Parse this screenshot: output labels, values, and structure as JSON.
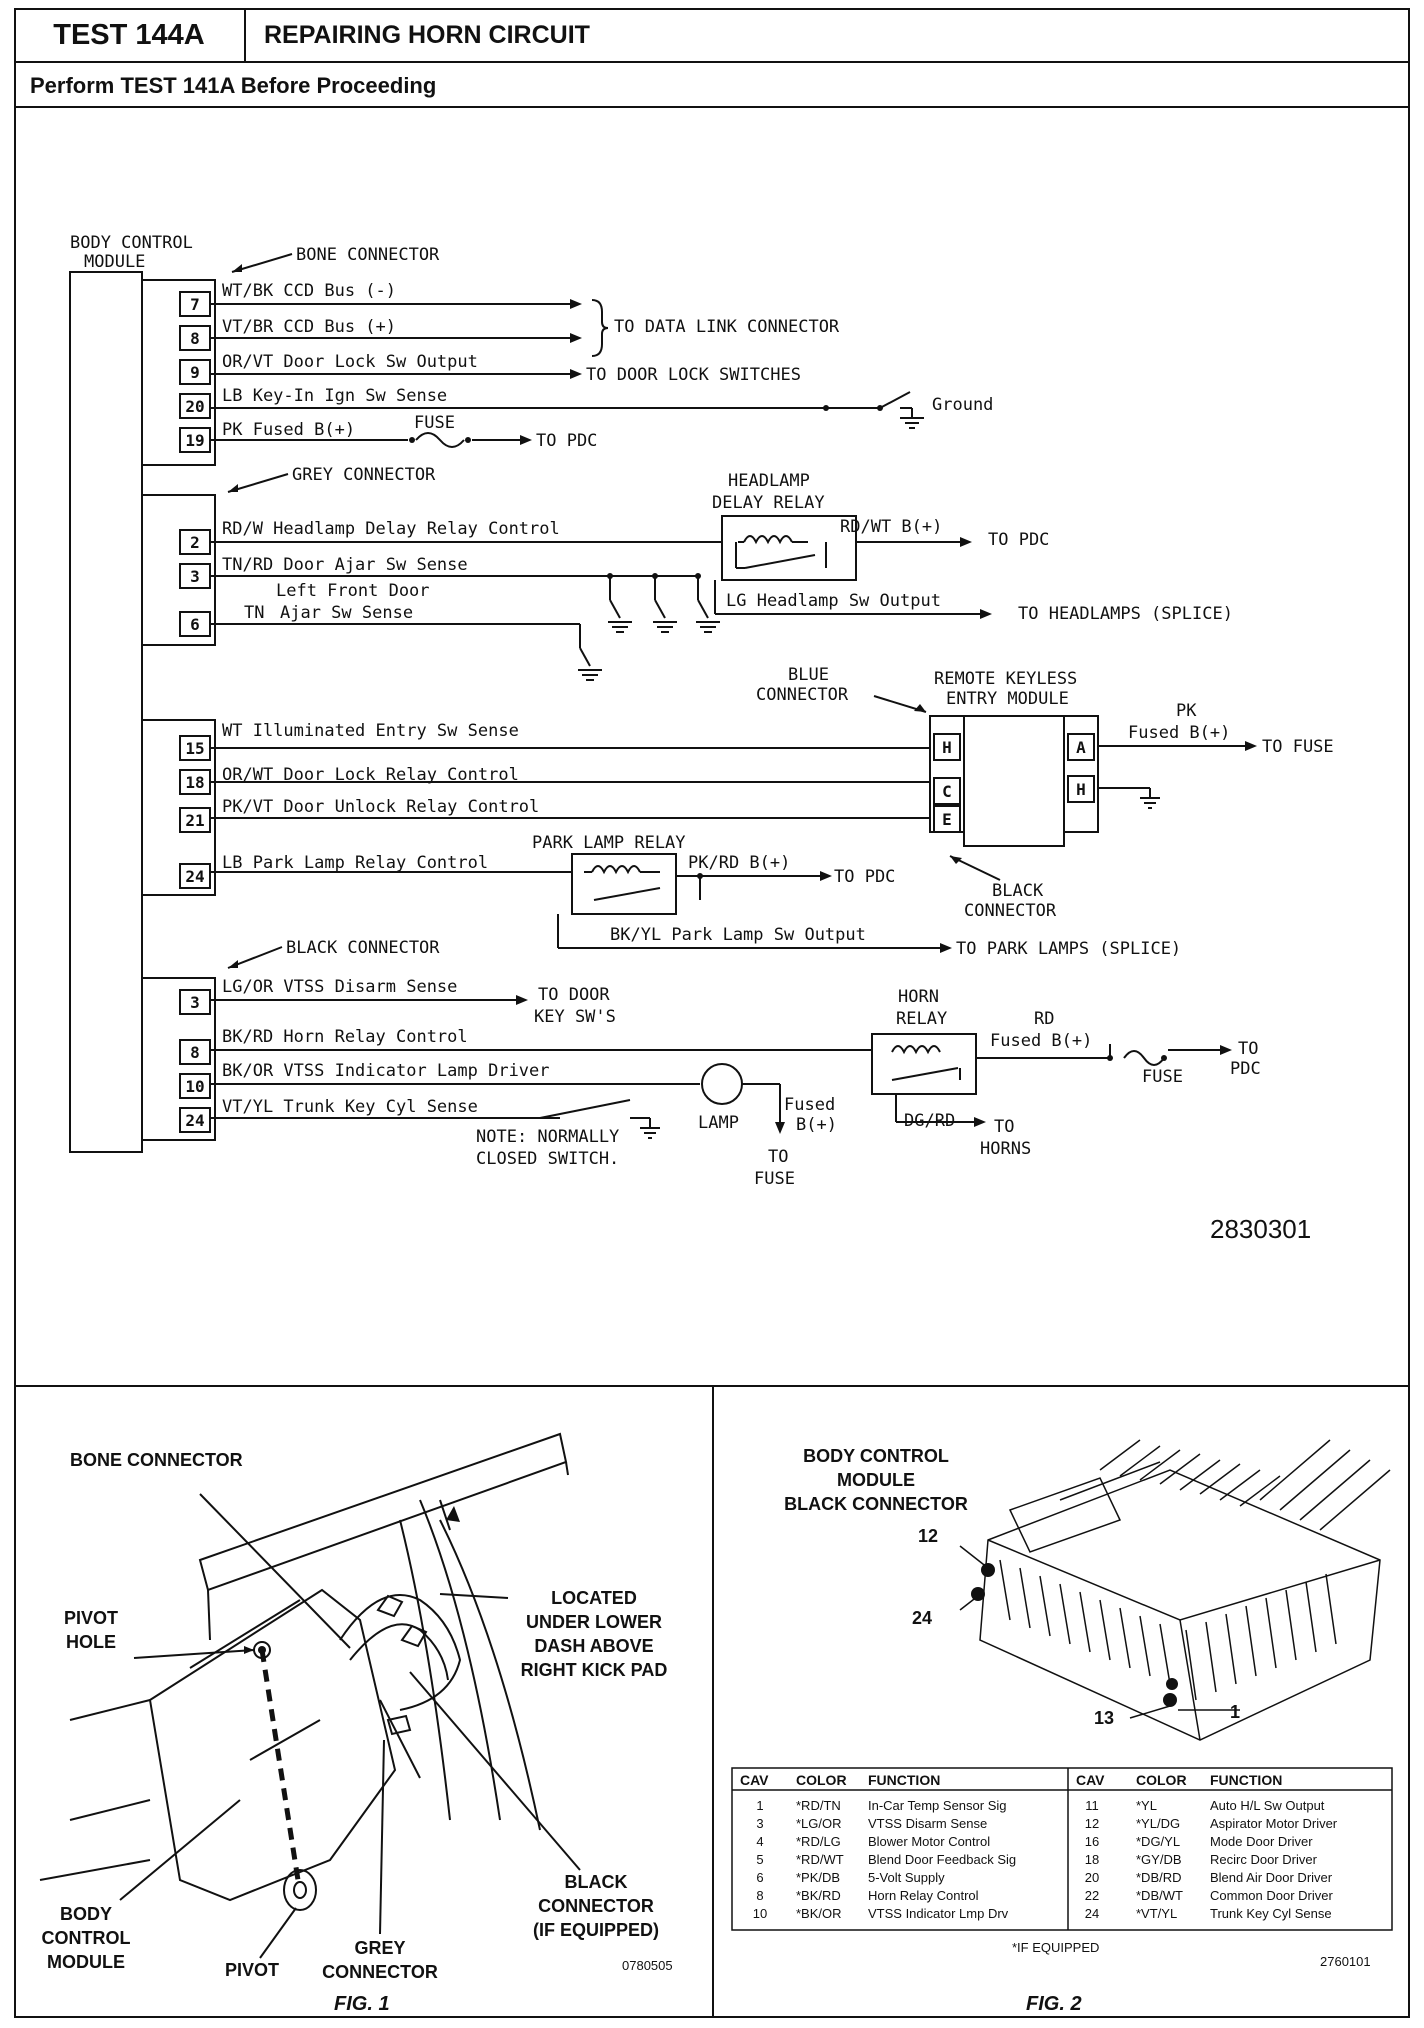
{
  "header": {
    "test_number": "TEST 144A",
    "title": "REPAIRING HORN CIRCUIT",
    "subtitle": "Perform TEST 141A Before Proceeding"
  },
  "schematic": {
    "module_label_1": "BODY CONTROL",
    "module_label_2": "MODULE",
    "bone_connector": "BONE CONNECTOR",
    "grey_connector": "GREY CONNECTOR",
    "black_connector": "BLACK CONNECTOR",
    "pins": {
      "p7": "7",
      "p8": "8",
      "p9": "9",
      "p20": "20",
      "p19": "19",
      "g2": "2",
      "g3": "3",
      "g6": "6",
      "b15": "15",
      "b18": "18",
      "b21": "21",
      "b24": "24",
      "k3": "3",
      "k8": "8",
      "k10": "10",
      "k24": "24"
    },
    "wires": {
      "w7": "WT/BK CCD Bus (-)",
      "w8": "VT/BR CCD Bus (+)",
      "w9": "OR/VT Door Lock Sw Output",
      "w20": "LB Key-In Ign Sw Sense",
      "w19": "PK Fused B(+)",
      "fuse_top": "FUSE",
      "to_pdc_1": "TO PDC",
      "to_data_link": "TO DATA LINK CONNECTOR",
      "to_door_lock": "TO DOOR LOCK SWITCHES",
      "ground_1": "Ground",
      "g2w": "RD/W Headlamp Delay Relay Control",
      "g3w": "TN/RD Door Ajar Sw Sense",
      "lf_door_1": "Left Front Door",
      "lf_door_2": "Ajar Sw Sense",
      "tn": "TN",
      "hl_relay_1": "HEADLAMP",
      "hl_relay_2": "DELAY RELAY",
      "rdwt": "RD/WT B(+)",
      "to_pdc_2": "TO PDC",
      "lg_hl": "LG Headlamp Sw Output",
      "to_headlamps": "TO HEADLAMPS (SPLICE)",
      "blue_conn_1": "BLUE",
      "blue_conn_2": "CONNECTOR",
      "rke_1": "REMOTE KEYLESS",
      "rke_2": "ENTRY MODULE",
      "pk": "PK",
      "pk_fused": "Fused B(+)",
      "to_fuse_1": "TO FUSE",
      "b15w": "WT Illuminated Entry Sw Sense",
      "b18w": "OR/WT Door Lock Relay Control",
      "b21w": "PK/VT Door Unlock Relay Control",
      "b24w": "LB Park Lamp Relay Control",
      "park_relay": "PARK LAMP RELAY",
      "pkrd": "PK/RD B(+)",
      "to_pdc_3": "TO PDC",
      "black_conn_1": "BLACK",
      "black_conn_2": "CONNECTOR",
      "bkyl": "BK/YL Park Lamp Sw Output",
      "to_park_lamps": "TO PARK LAMPS (SPLICE)",
      "pinH": "H",
      "pinC": "C",
      "pinE": "E",
      "pinA": "A",
      "pinH2": "H",
      "k3w": "LG/OR VTSS Disarm Sense",
      "to_door_1": "TO DOOR",
      "to_door_2": "KEY SW'S",
      "k8w": "BK/RD Horn Relay Control",
      "k10w": "BK/OR VTSS Indicator Lamp Driver",
      "k24w": "VT/YL Trunk Key Cyl Sense",
      "horn_relay_1": "HORN",
      "horn_relay_2": "RELAY",
      "rd": "RD",
      "rd_fused": "Fused B(+)",
      "fuse_2": "FUSE",
      "to_pdc_4a": "TO",
      "to_pdc_4b": "PDC",
      "lamp": "LAMP",
      "fused_lamp_1": "Fused",
      "fused_lamp_2": "B(+)",
      "to_fuse_2a": "TO",
      "to_fuse_2b": "FUSE",
      "dgrd": "DG/RD",
      "to_horns_1": "TO",
      "to_horns_2": "HORNS",
      "note_1": "NOTE: NORMALLY",
      "note_2": "CLOSED SWITCH.",
      "fig_number": "2830301"
    }
  },
  "fig1": {
    "bone_connector": "BONE CONNECTOR",
    "pivot_hole_1": "PIVOT",
    "pivot_hole_2": "HOLE",
    "located_1": "LOCATED",
    "located_2": "UNDER LOWER",
    "located_3": "DASH ABOVE",
    "located_4": "RIGHT KICK PAD",
    "black_1": "BLACK",
    "black_2": "CONNECTOR",
    "black_3": "(IF EQUIPPED)",
    "bcm_1": "BODY",
    "bcm_2": "CONTROL",
    "bcm_3": "MODULE",
    "pivot": "PIVOT",
    "grey_1": "GREY",
    "grey_2": "CONNECTOR",
    "ref": "0780505",
    "caption": "FIG. 1"
  },
  "fig2": {
    "title_1": "BODY CONTROL",
    "title_2": "MODULE",
    "title_3": "BLACK CONNECTOR",
    "n12": "12",
    "n24": "24",
    "n13": "13",
    "n1": "1",
    "table_headers": [
      "CAV",
      "COLOR",
      "FUNCTION",
      "CAV",
      "COLOR",
      "FUNCTION"
    ],
    "rows": [
      {
        "cav": "1",
        "color": "*RD/TN",
        "func": "In-Car Temp Sensor Sig",
        "cav2": "11",
        "color2": "*YL",
        "func2": "Auto H/L Sw Output"
      },
      {
        "cav": "3",
        "color": "*LG/OR",
        "func": "VTSS Disarm Sense",
        "cav2": "12",
        "color2": "*YL/DG",
        "func2": "Aspirator Motor Driver"
      },
      {
        "cav": "4",
        "color": "*RD/LG",
        "func": "Blower Motor Control",
        "cav2": "16",
        "color2": "*DG/YL",
        "func2": "Mode Door Driver"
      },
      {
        "cav": "5",
        "color": "*RD/WT",
        "func": "Blend Door Feedback Sig",
        "cav2": "18",
        "color2": "*GY/DB",
        "func2": "Recirc Door Driver"
      },
      {
        "cav": "6",
        "color": "*PK/DB",
        "func": "5-Volt Supply",
        "cav2": "20",
        "color2": "*DB/RD",
        "func2": "Blend Air Door Driver"
      },
      {
        "cav": "8",
        "color": "*BK/RD",
        "func": "Horn Relay Control",
        "cav2": "22",
        "color2": "*DB/WT",
        "func2": "Common Door Driver"
      },
      {
        "cav": "10",
        "color": "*BK/OR",
        "func": "VTSS Indicator Lmp Drv",
        "cav2": "24",
        "color2": "*VT/YL",
        "func2": "Trunk Key Cyl Sense"
      }
    ],
    "footnote": "*IF EQUIPPED",
    "ref": "2760101",
    "caption": "FIG. 2"
  }
}
